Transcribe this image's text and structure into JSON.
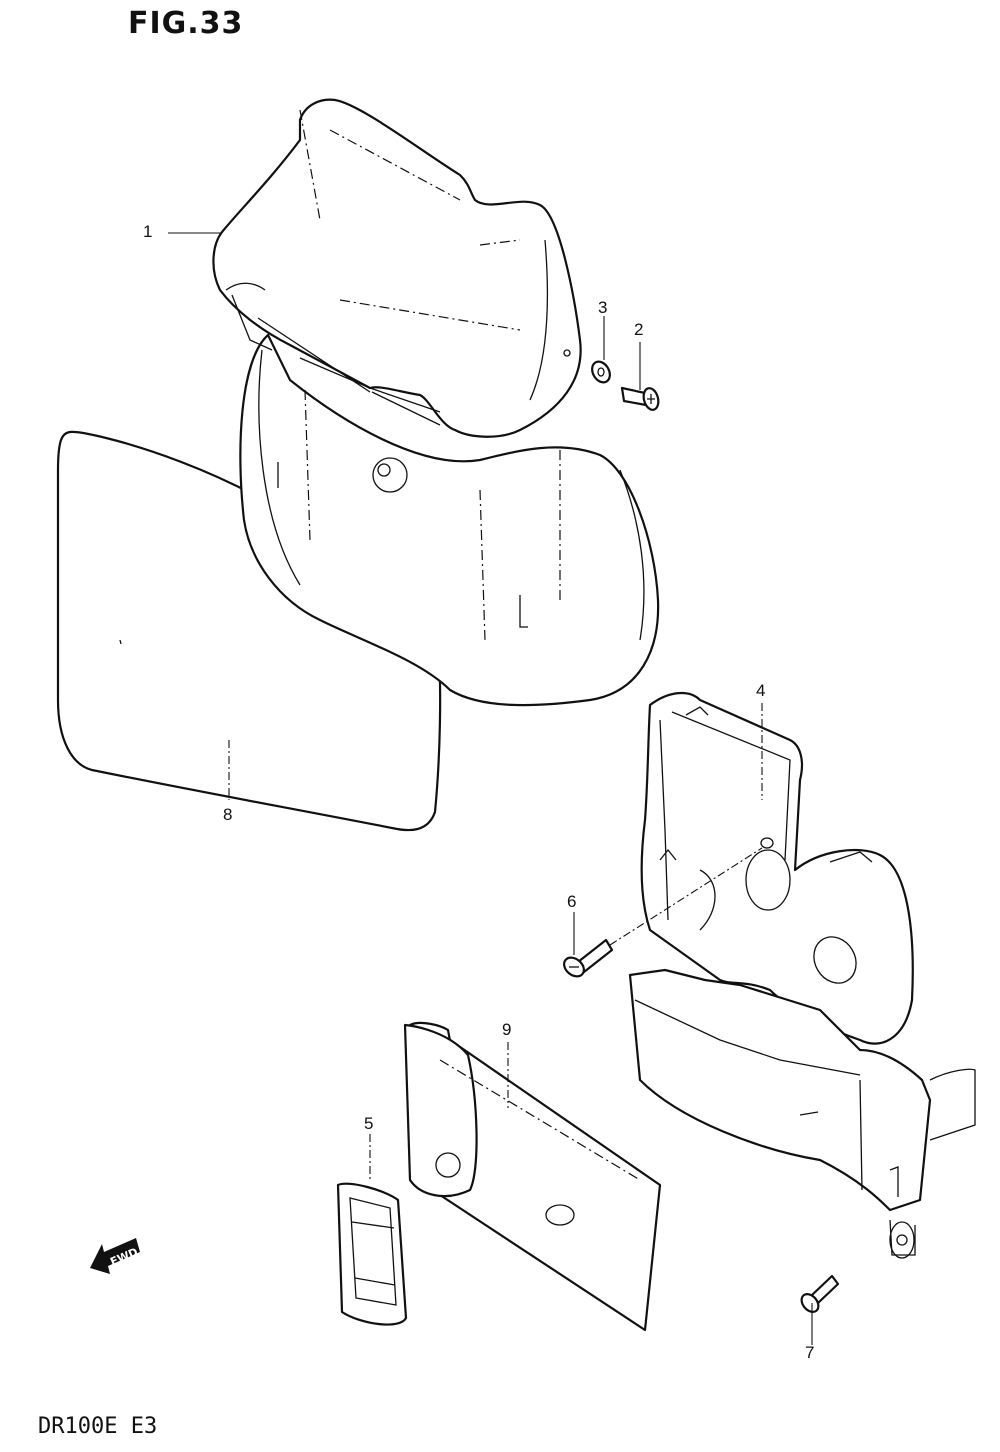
{
  "figure": {
    "title": "FIG.33",
    "model": "DR100E E3"
  },
  "callouts": [
    {
      "id": "c1",
      "label": "1"
    },
    {
      "id": "c2",
      "label": "2"
    },
    {
      "id": "c3",
      "label": "3"
    },
    {
      "id": "c4",
      "label": "4"
    },
    {
      "id": "c5",
      "label": "5"
    },
    {
      "id": "c6",
      "label": "6"
    },
    {
      "id": "c7",
      "label": "7"
    },
    {
      "id": "c8",
      "label": "8"
    },
    {
      "id": "c9",
      "label": "9"
    }
  ],
  "forward_marker": {
    "text": "FWD",
    "icon": "arrow-left-icon"
  }
}
